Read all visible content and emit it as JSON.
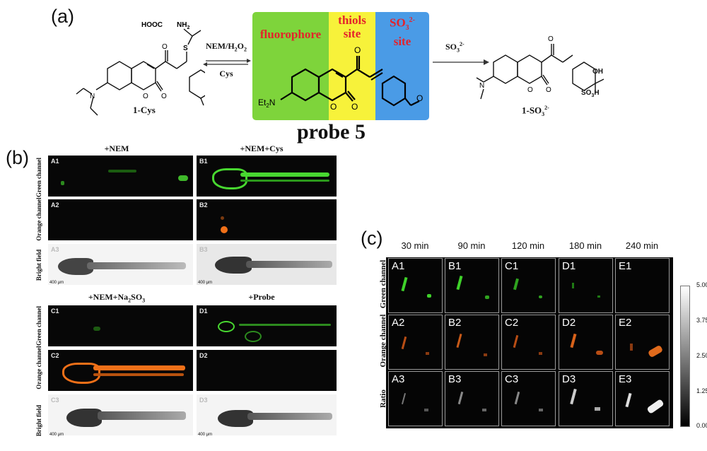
{
  "panel_a": {
    "letter": "(a)",
    "left_compound": {
      "name": "1-Cys",
      "cooh": "HOOC",
      "nh2": "NH",
      "nh2_sub": "2"
    },
    "arrow_left": {
      "top_label": "NEM/H",
      "top_sub": "2",
      "top_label2": "O",
      "top_sub2": "2",
      "bottom_label": "Cys"
    },
    "center_box": {
      "fluorophore": "fluorophore",
      "thiols": "thiols site",
      "so3_main": "SO",
      "so3_sub": "3",
      "so3_sup": "2-",
      "so3_site": "site",
      "amine": "Et",
      "amine_sub": "2",
      "amine_n": "N",
      "colors": {
        "green": "#7ed43b",
        "yellow": "#f7f23a",
        "blue": "#4a9be6"
      }
    },
    "probe_label": "probe 5",
    "arrow_right": {
      "label": "SO",
      "label_sub": "3",
      "label_sup": "2-"
    },
    "right_compound": {
      "name": "1-SO",
      "name_sub": "3",
      "name_sup": "2-",
      "oh": "OH",
      "so3h": "SO",
      "so3h_sub": "3",
      "so3h_h": "H"
    }
  },
  "panel_b": {
    "letter": "(b)",
    "conditions": [
      "+NEM",
      "+NEM+Cys",
      "+NEM+Na",
      "+Probe"
    ],
    "cond3_sub": "2",
    "cond3_rest": "SO",
    "cond3_sub2": "3",
    "row_labels": {
      "green": "Green channel",
      "orange": "Orange channel",
      "bright": "Bright field"
    },
    "tags": [
      "A1",
      "A2",
      "A3",
      "B1",
      "B2",
      "B3",
      "C1",
      "C2",
      "C3",
      "D1",
      "D2",
      "D3"
    ],
    "scale": "400 μm"
  },
  "panel_c": {
    "letter": "(c)",
    "times": [
      "30 min",
      "90 min",
      "120 min",
      "180 min",
      "240 min"
    ],
    "row_labels": [
      "Green channel",
      "Orange channel",
      "Ratio"
    ],
    "tags": [
      [
        "A1",
        "B1",
        "C1",
        "D1",
        "E1"
      ],
      [
        "A2",
        "B2",
        "C2",
        "D2",
        "E2"
      ],
      [
        "A3",
        "B3",
        "C3",
        "D3",
        "E3"
      ]
    ],
    "colorbar_ticks": [
      "5.00",
      "3.75",
      "2.50",
      "1.25",
      "0.00"
    ]
  }
}
